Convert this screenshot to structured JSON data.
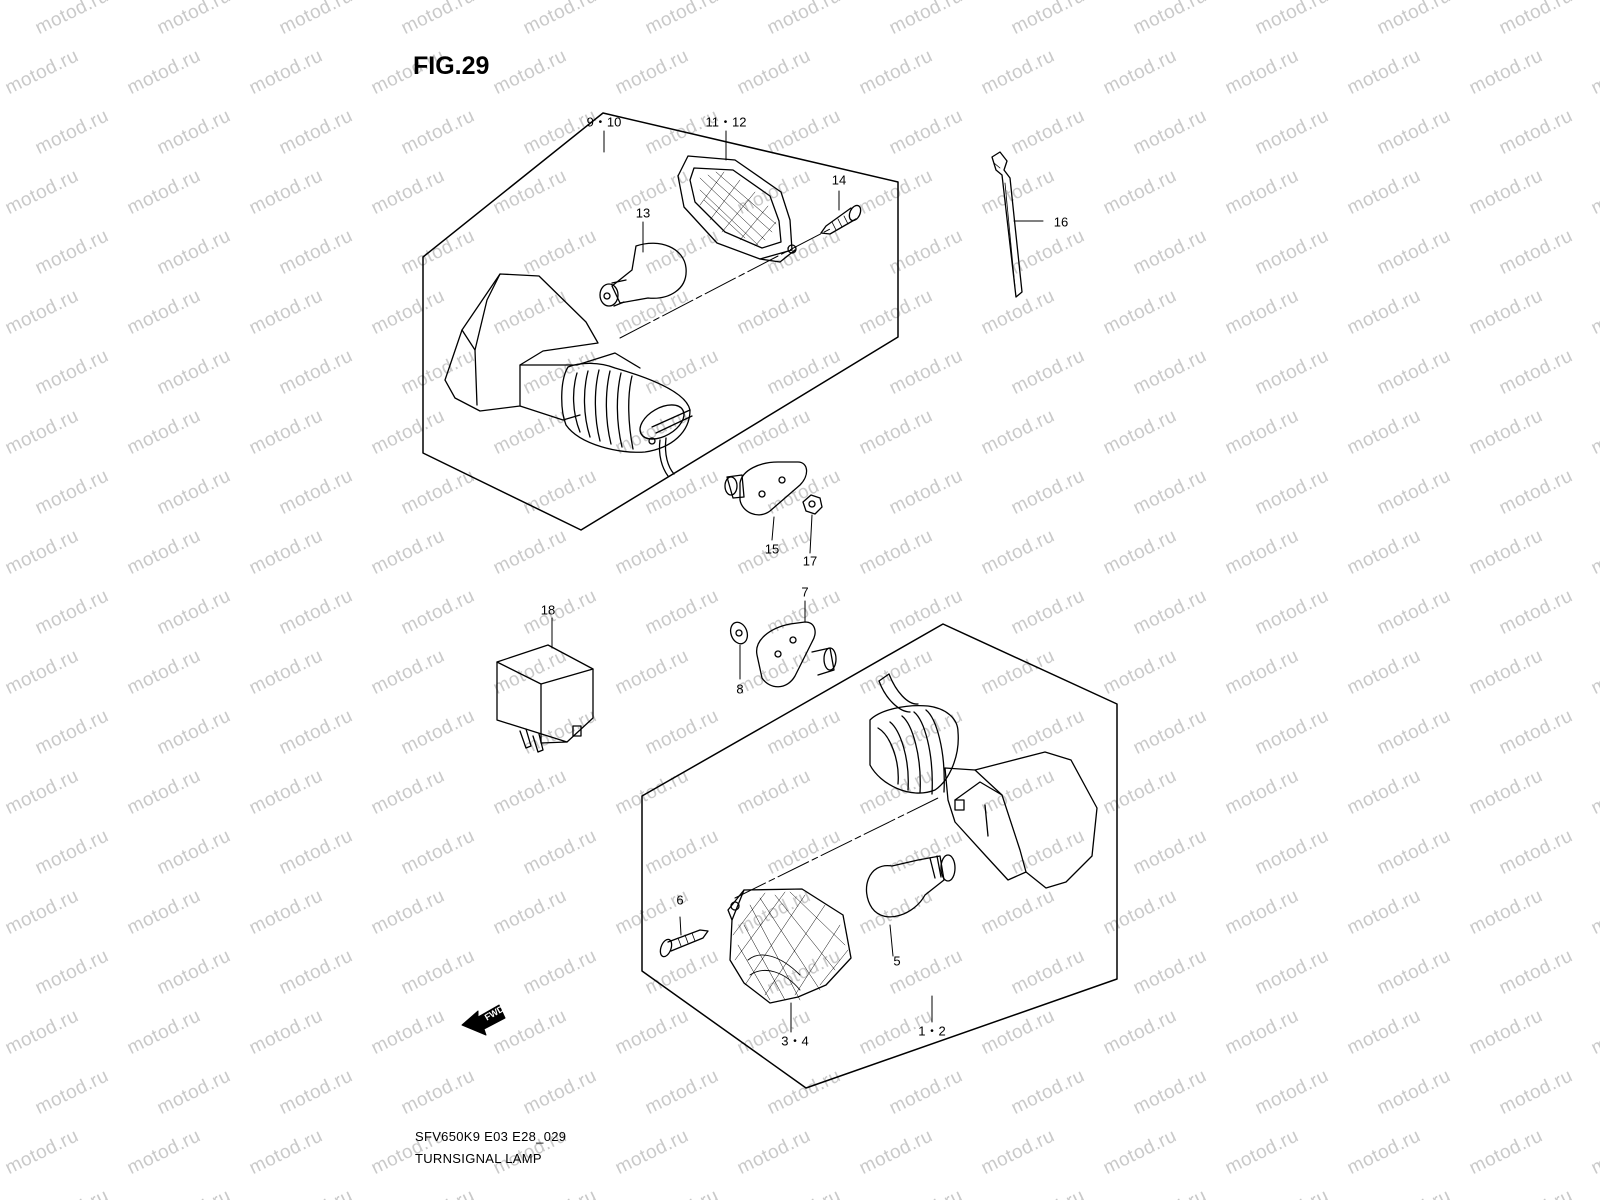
{
  "figure": {
    "title": "FIG.29",
    "model_code": "SFV650K9 E03 E28_029",
    "part_name": "TURNSIGNAL LAMP"
  },
  "watermark": {
    "text": "motod.ru",
    "color": "#c9c9c9"
  },
  "callouts": [
    {
      "id": "c-9-10",
      "label": "9・10"
    },
    {
      "id": "c-11-12",
      "label": "11・12"
    },
    {
      "id": "c-13",
      "label": "13"
    },
    {
      "id": "c-14",
      "label": "14"
    },
    {
      "id": "c-16",
      "label": "16"
    },
    {
      "id": "c-15",
      "label": "15"
    },
    {
      "id": "c-17",
      "label": "17"
    },
    {
      "id": "c-18",
      "label": "18"
    },
    {
      "id": "c-7",
      "label": "7"
    },
    {
      "id": "c-8",
      "label": "8"
    },
    {
      "id": "c-6",
      "label": "6"
    },
    {
      "id": "c-5",
      "label": "5"
    },
    {
      "id": "c-3-4",
      "label": "3・4"
    },
    {
      "id": "c-1-2",
      "label": "1・2"
    }
  ],
  "fwd_arrow": {
    "label": "FWD",
    "icon": "forward-arrow-icon"
  }
}
